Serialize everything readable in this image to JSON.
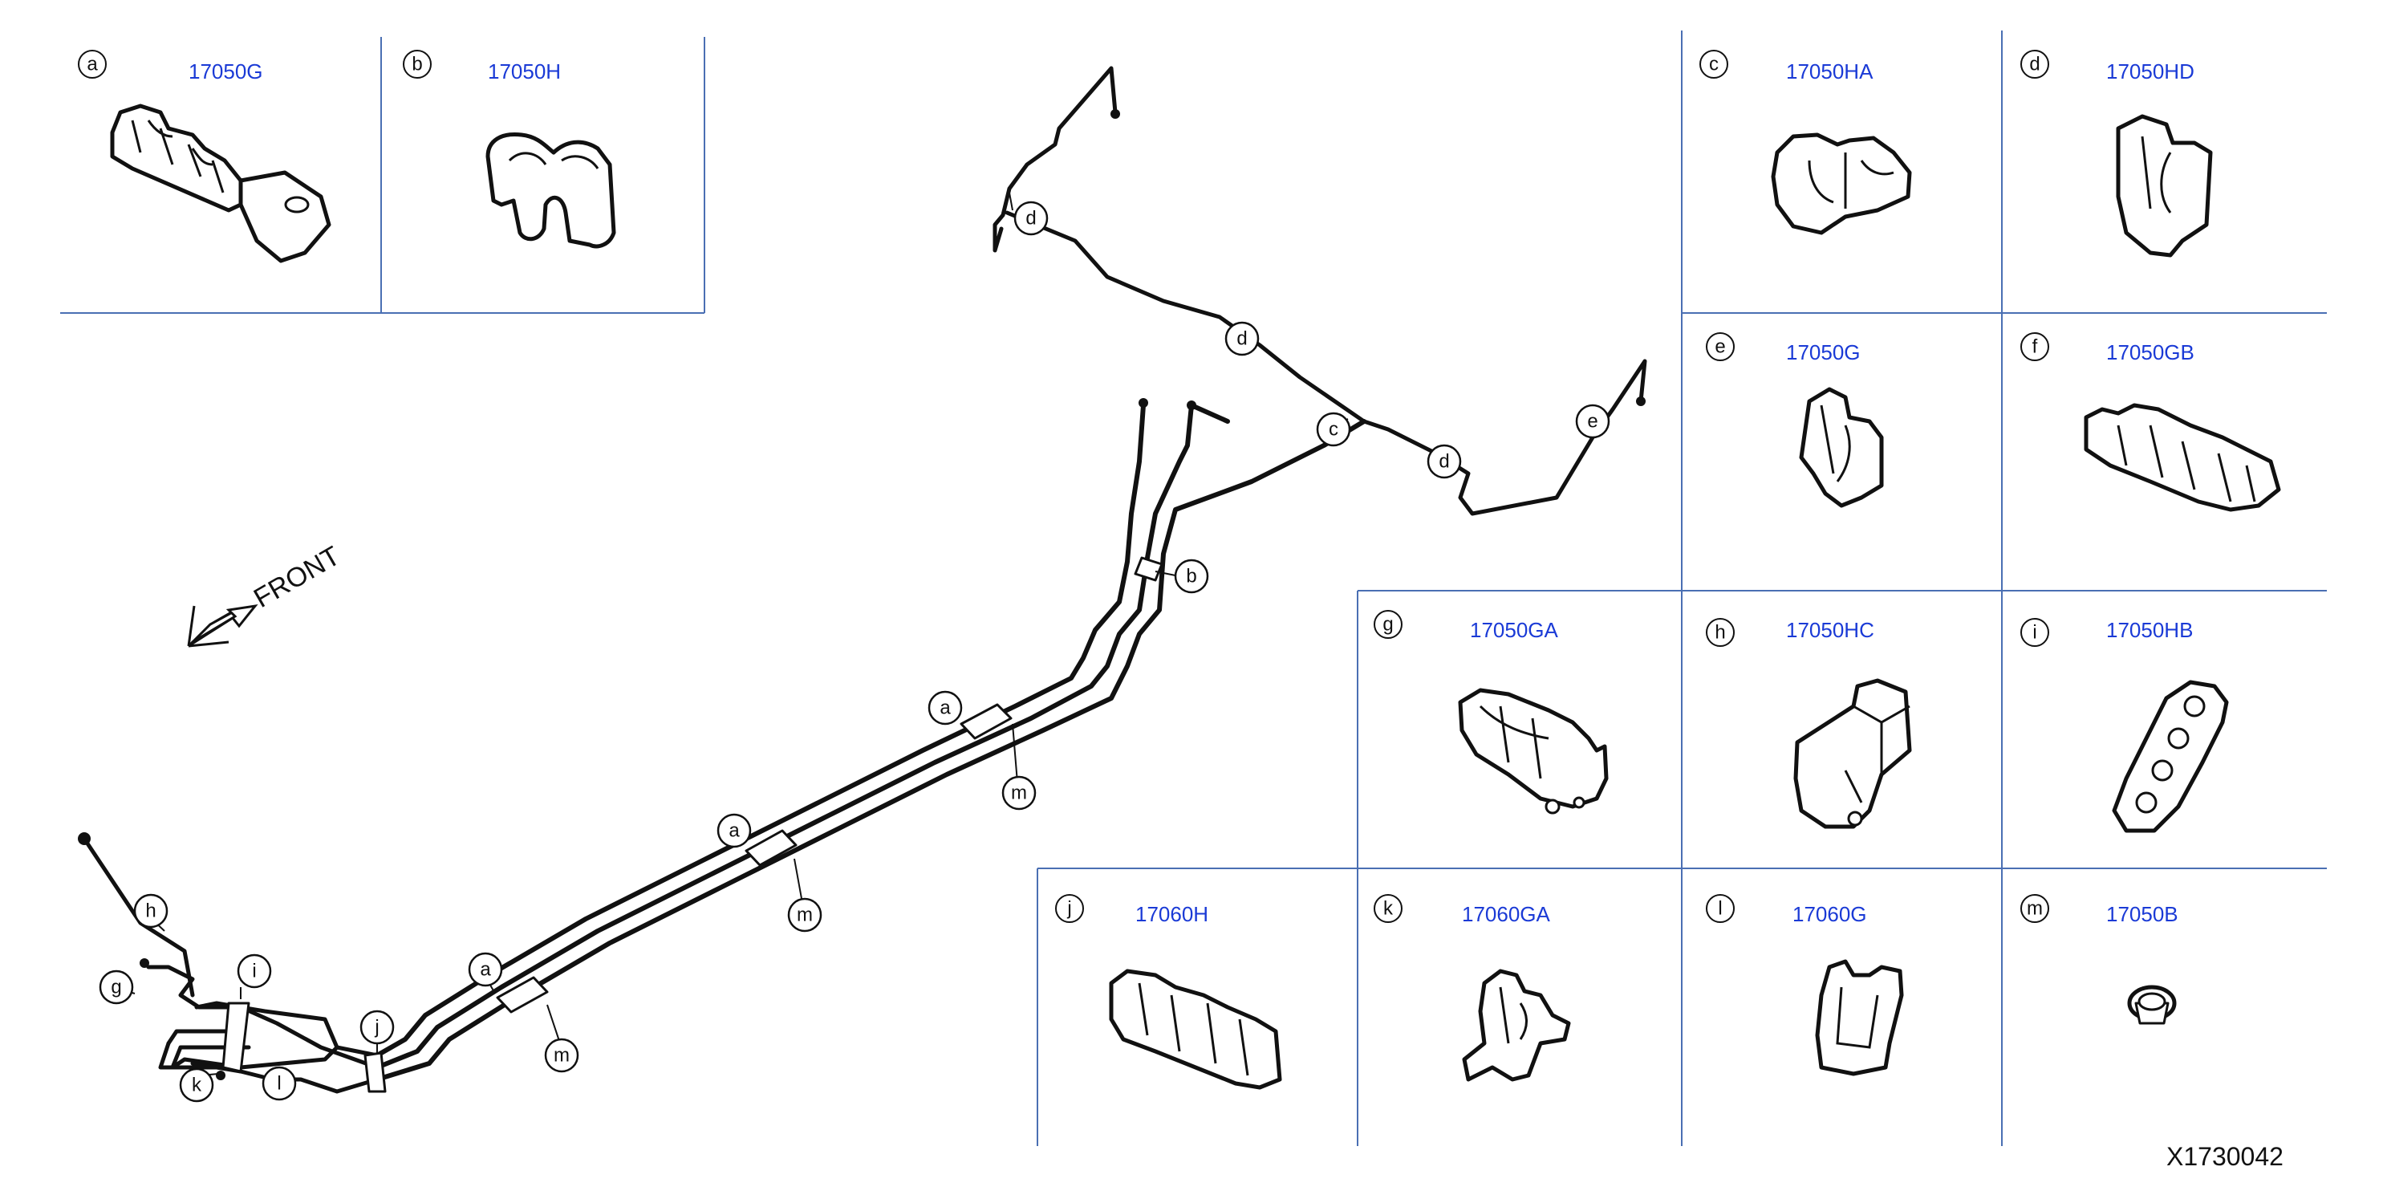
{
  "parts": [
    {
      "letter": "a",
      "part_number": "17050G"
    },
    {
      "letter": "b",
      "part_number": "17050H"
    },
    {
      "letter": "c",
      "part_number": "17050HA"
    },
    {
      "letter": "d",
      "part_number": "17050HD"
    },
    {
      "letter": "e",
      "part_number": "17050G"
    },
    {
      "letter": "f",
      "part_number": "17050GB"
    },
    {
      "letter": "g",
      "part_number": "17050GA"
    },
    {
      "letter": "h",
      "part_number": "17050HC"
    },
    {
      "letter": "i",
      "part_number": "17050HB"
    },
    {
      "letter": "j",
      "part_number": "17060H"
    },
    {
      "letter": "k",
      "part_number": "17060GA"
    },
    {
      "letter": "l",
      "part_number": "17060G"
    },
    {
      "letter": "m",
      "part_number": "17050B"
    }
  ],
  "callouts": {
    "d1": "d",
    "d2": "d",
    "d3": "d",
    "c1": "c",
    "e1": "e",
    "b1": "b",
    "a1": "a",
    "a2": "a",
    "a3": "a",
    "m1": "m",
    "m2": "m",
    "m3": "m",
    "h1": "h",
    "g1": "g",
    "i1": "i",
    "j1": "j",
    "k1": "k",
    "l1": "l"
  },
  "direction_label": "FRONT",
  "reference_code": "X1730042",
  "colors": {
    "part_number": "#1a3ad6",
    "frame": "#4a6fb3",
    "line": "#111111"
  }
}
